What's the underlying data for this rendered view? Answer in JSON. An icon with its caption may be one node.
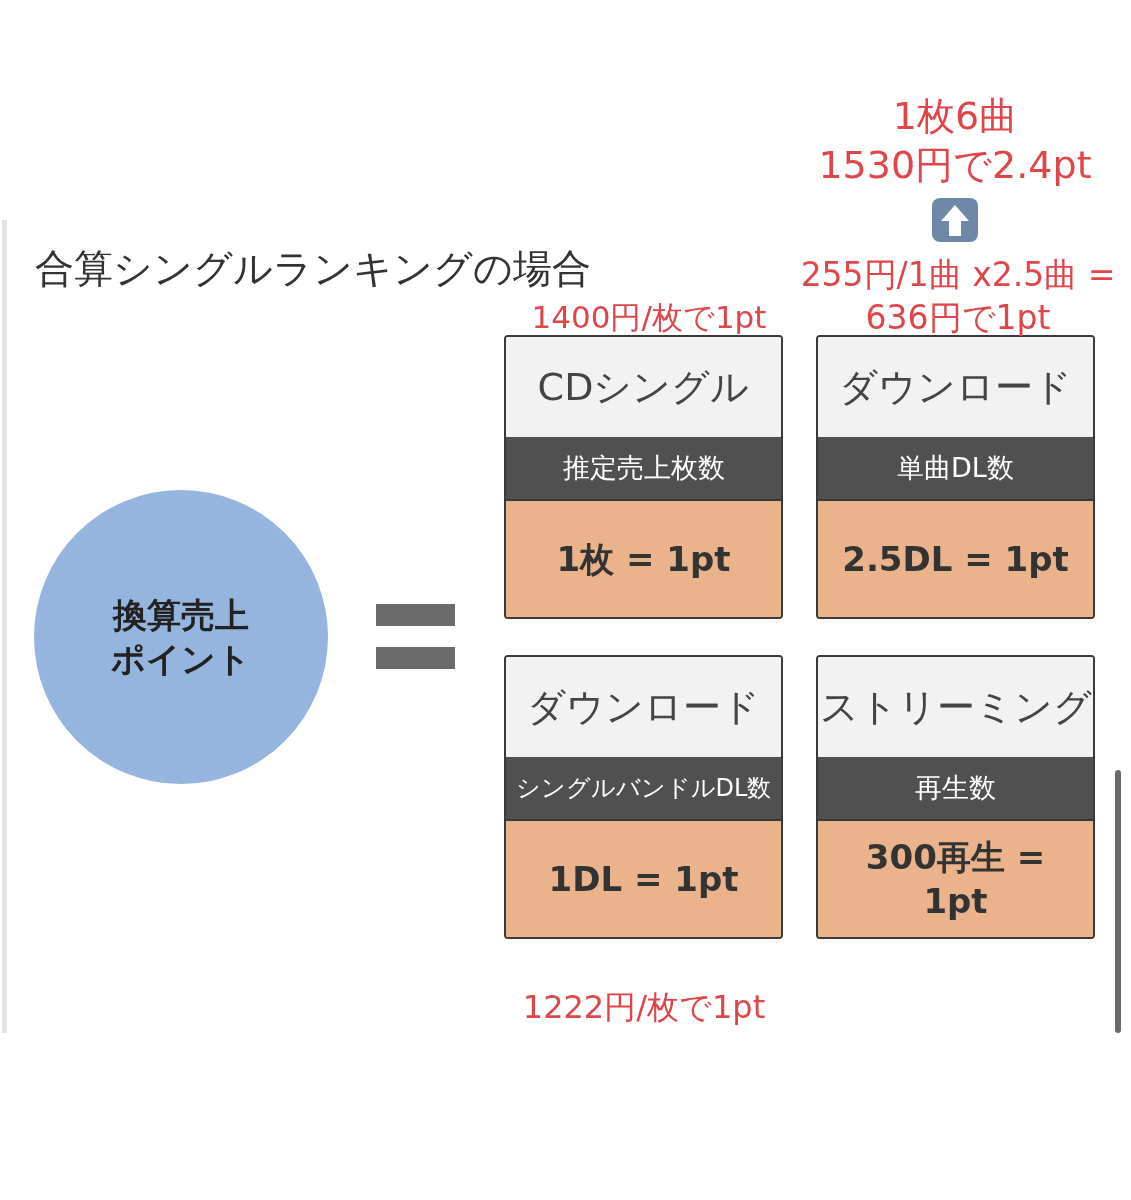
{
  "diagram": {
    "title": "合算シングルランキングの場合",
    "nodes": [
      {
        "text": [
          "換算売上ポイント"
        ]
      },
      {
        "text": [
          "CDシングル",
          "推定売上枚数",
          "1枚 = 1pt"
        ]
      },
      {
        "text": [
          "ダウンロード",
          "単曲DL数",
          "2.5DL = 1pt"
        ]
      },
      {
        "text": [
          "ダウンロード",
          "シングルバンドルDL数",
          "1DL = 1pt"
        ]
      },
      {
        "text": [
          "ストリーミング",
          "再生数",
          "300再生 = 1pt"
        ]
      }
    ],
    "labels": [
      "1枚6曲 1530円で2.4pt",
      "255円/1曲 x2.5曲 = 636円で1pt",
      "1400円/枚で1pt",
      "1222円/枚で1pt"
    ]
  }
}
